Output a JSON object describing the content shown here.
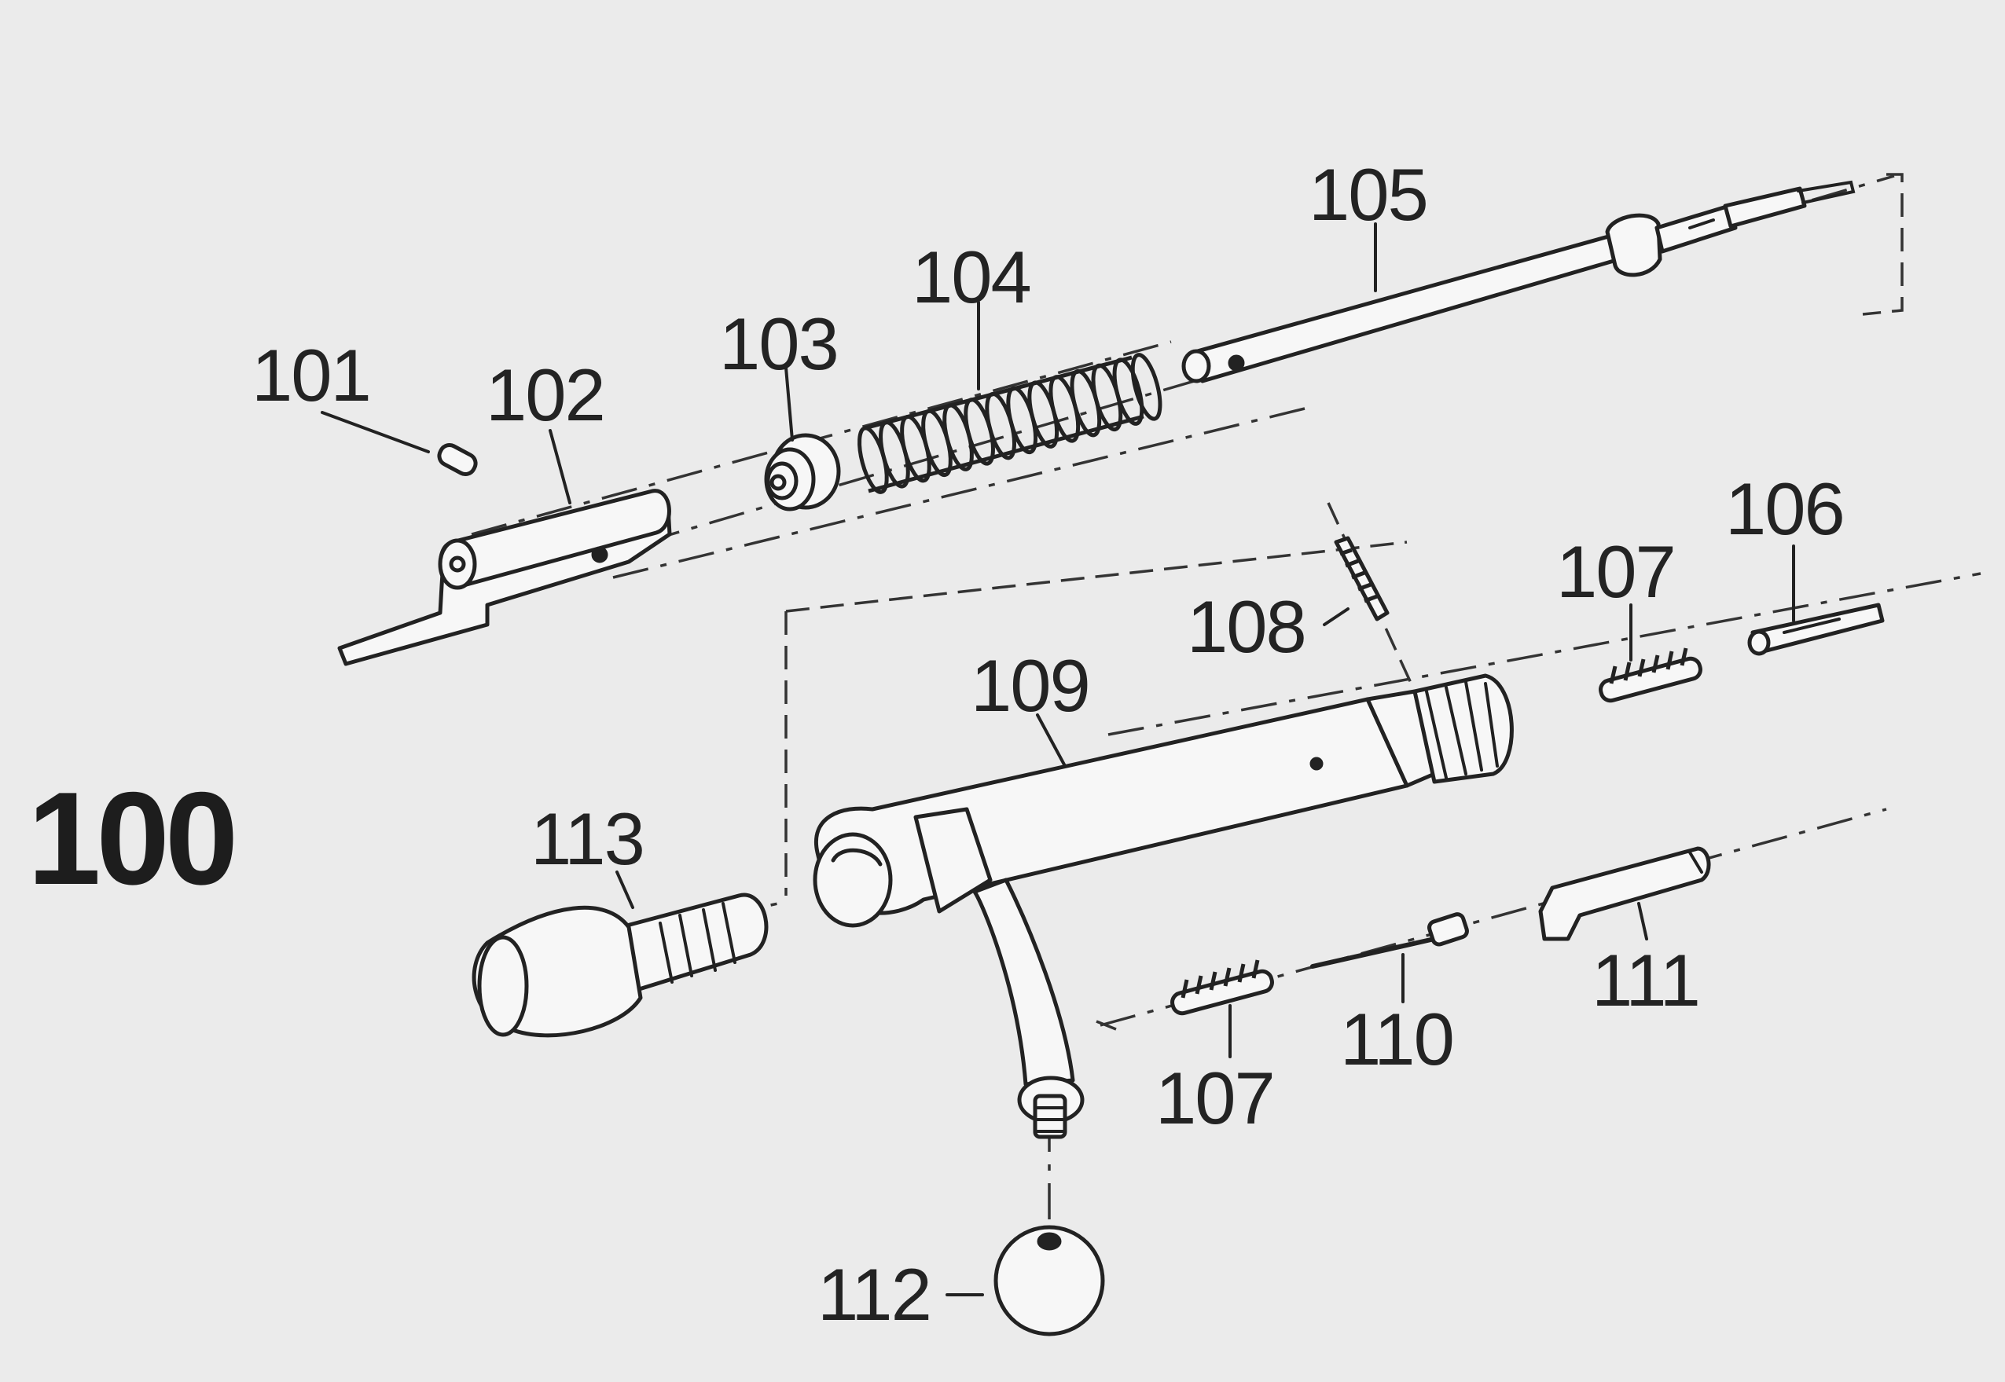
{
  "assembly_label": "100",
  "callouts": {
    "p101": "101",
    "p102": "102",
    "p103": "103",
    "p104": "104",
    "p105": "105",
    "p106": "106",
    "p107a": "107",
    "p107b": "107",
    "p108": "108",
    "p109": "109",
    "p110": "110",
    "p111": "111",
    "p112": "112",
    "p113": "113"
  },
  "colors": {
    "ink": "#222222",
    "paper": "#ebebeb",
    "part_fill": "#f7f7f7"
  }
}
